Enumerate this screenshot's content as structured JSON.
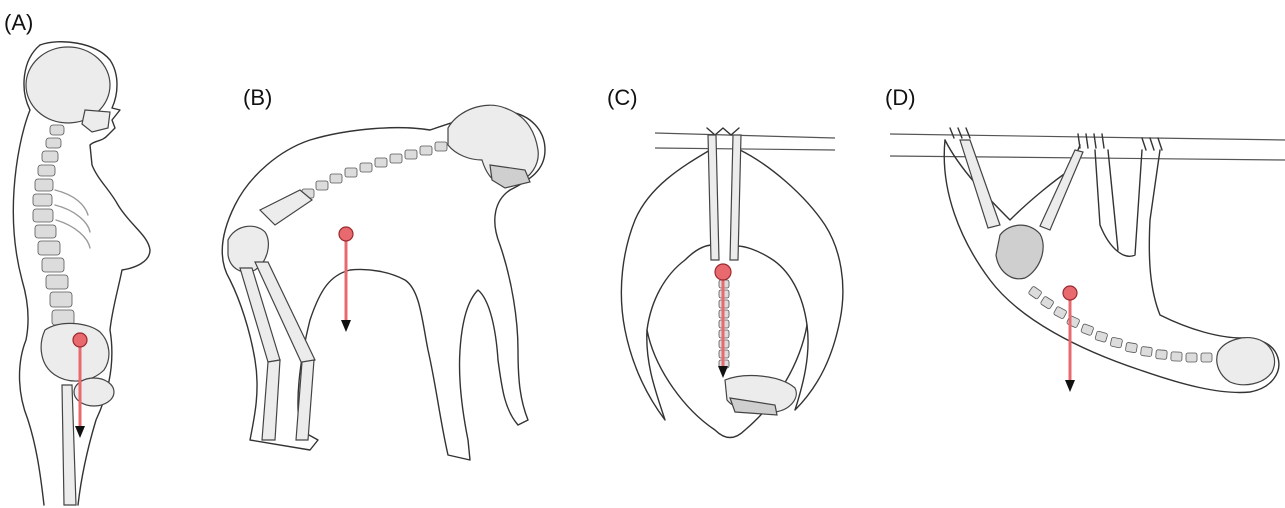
{
  "panels": [
    {
      "label": "(A)",
      "subject": "human-upright"
    },
    {
      "label": "(B)",
      "subject": "chimpanzee-knuckle-walking"
    },
    {
      "label": "(C)",
      "subject": "bat-hanging"
    },
    {
      "label": "(D)",
      "subject": "sloth-suspended"
    }
  ],
  "colors": {
    "center_of_mass": "#e8696e",
    "gravity_line": "#e8696e",
    "arrowhead": "#111111",
    "outline": "#333333"
  }
}
